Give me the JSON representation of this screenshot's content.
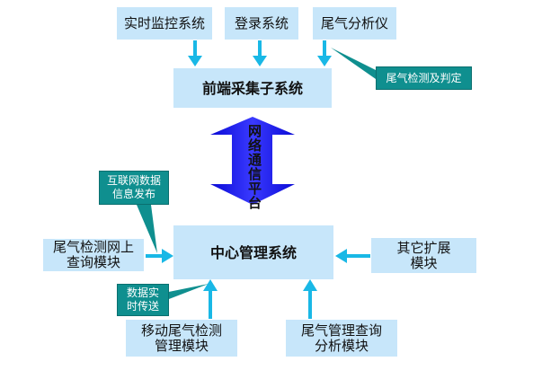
{
  "boxes": {
    "realtime_monitor": "实时监控系统",
    "login": "登录系统",
    "exhaust_analyzer": "尾气分析仪",
    "frontend_collect": "前端采集子系统",
    "network_platform": "网络通信平台",
    "center_mgmt": "中心管理系统",
    "online_query": "尾气检测网上查询模块",
    "other_ext": "其它扩展模块",
    "mobile_mgmt": "移动尾气检测管理模块",
    "query_analysis": "尾气管理查询分析模块"
  },
  "callouts": {
    "detect_judge": "尾气检测及判定",
    "internet_publish": "互联网数据信息发布",
    "realtime_transfer": "数据实时传送"
  },
  "colors": {
    "box_fill": "#c7e6fa",
    "arrow_cyan": "#19b8e6",
    "big_arrow_blue": "#1010ee",
    "callout_teal": "#0f8f8f"
  }
}
